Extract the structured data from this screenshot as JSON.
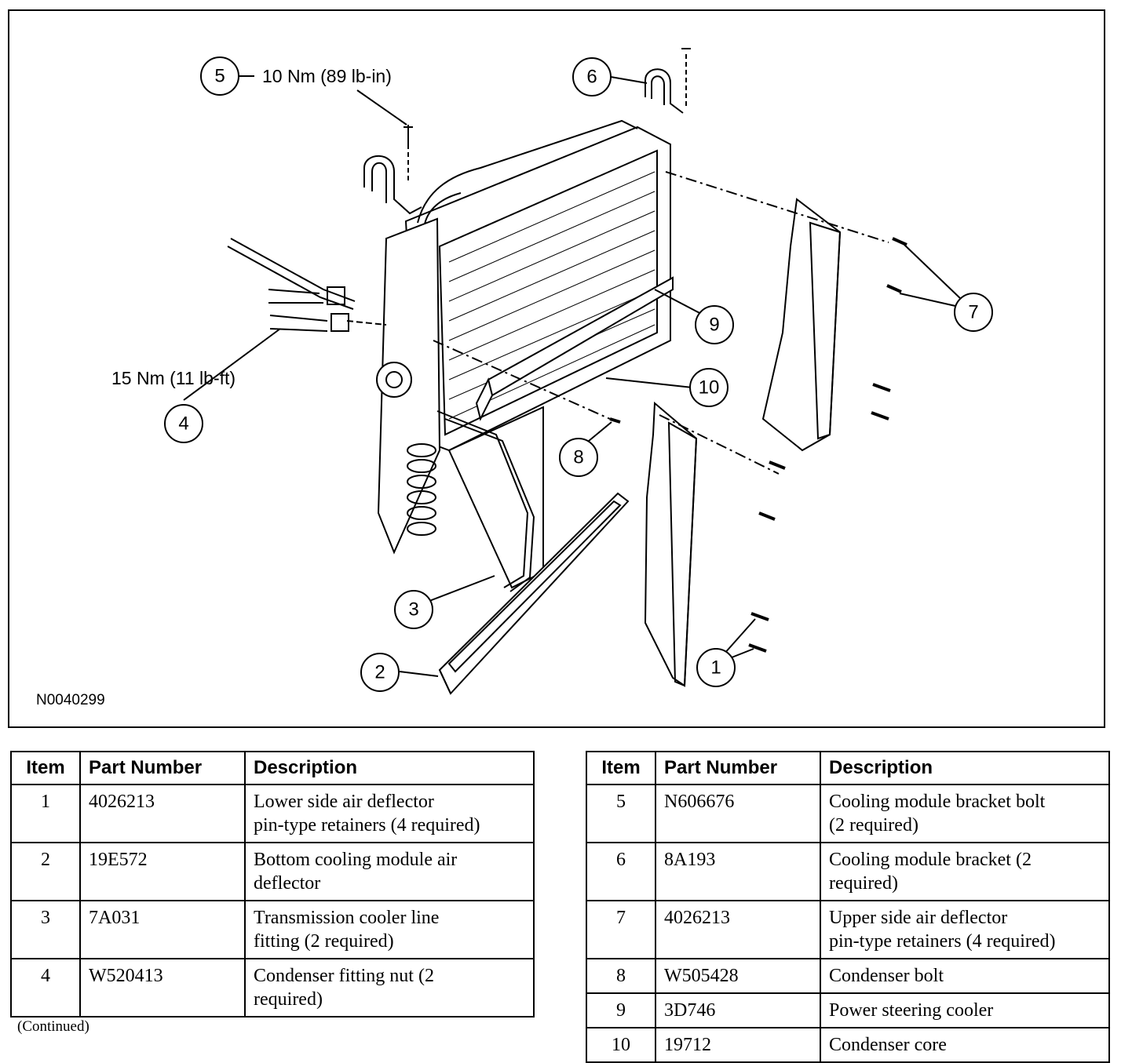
{
  "diagram": {
    "figure_id": "N0040299",
    "torque_5": "10 Nm (89 lb-in)",
    "torque_4": "15 Nm (11 lb-ft)",
    "callouts": [
      "1",
      "2",
      "3",
      "4",
      "5",
      "6",
      "7",
      "8",
      "9",
      "10"
    ]
  },
  "table_headers": {
    "item": "Item",
    "part_number": "Part Number",
    "description": "Description"
  },
  "table_left": [
    {
      "item": "1",
      "part": "4026213",
      "desc": [
        "Lower side air deflector",
        "pin-type retainers (4 required)"
      ]
    },
    {
      "item": "2",
      "part": "19E572",
      "desc": [
        "Bottom cooling module air",
        "deflector"
      ]
    },
    {
      "item": "3",
      "part": "7A031",
      "desc": [
        "Transmission cooler line",
        "fitting (2 required)"
      ]
    },
    {
      "item": "4",
      "part": "W520413",
      "desc": [
        "Condenser fitting nut (2",
        "required)"
      ]
    }
  ],
  "table_right": [
    {
      "item": "5",
      "part": "N606676",
      "desc": [
        "Cooling module bracket bolt",
        "(2 required)"
      ]
    },
    {
      "item": "6",
      "part": "8A193",
      "desc": [
        "Cooling module bracket (2",
        "required)"
      ]
    },
    {
      "item": "7",
      "part": "4026213",
      "desc": [
        "Upper side air deflector",
        "pin-type retainers (4 required)"
      ]
    },
    {
      "item": "8",
      "part": "W505428",
      "desc": [
        "Condenser bolt"
      ]
    },
    {
      "item": "9",
      "part": "3D746",
      "desc": [
        "Power steering cooler"
      ]
    },
    {
      "item": "10",
      "part": "19712",
      "desc": [
        "Condenser core"
      ]
    }
  ],
  "footer": {
    "continued": "(Continued)"
  }
}
